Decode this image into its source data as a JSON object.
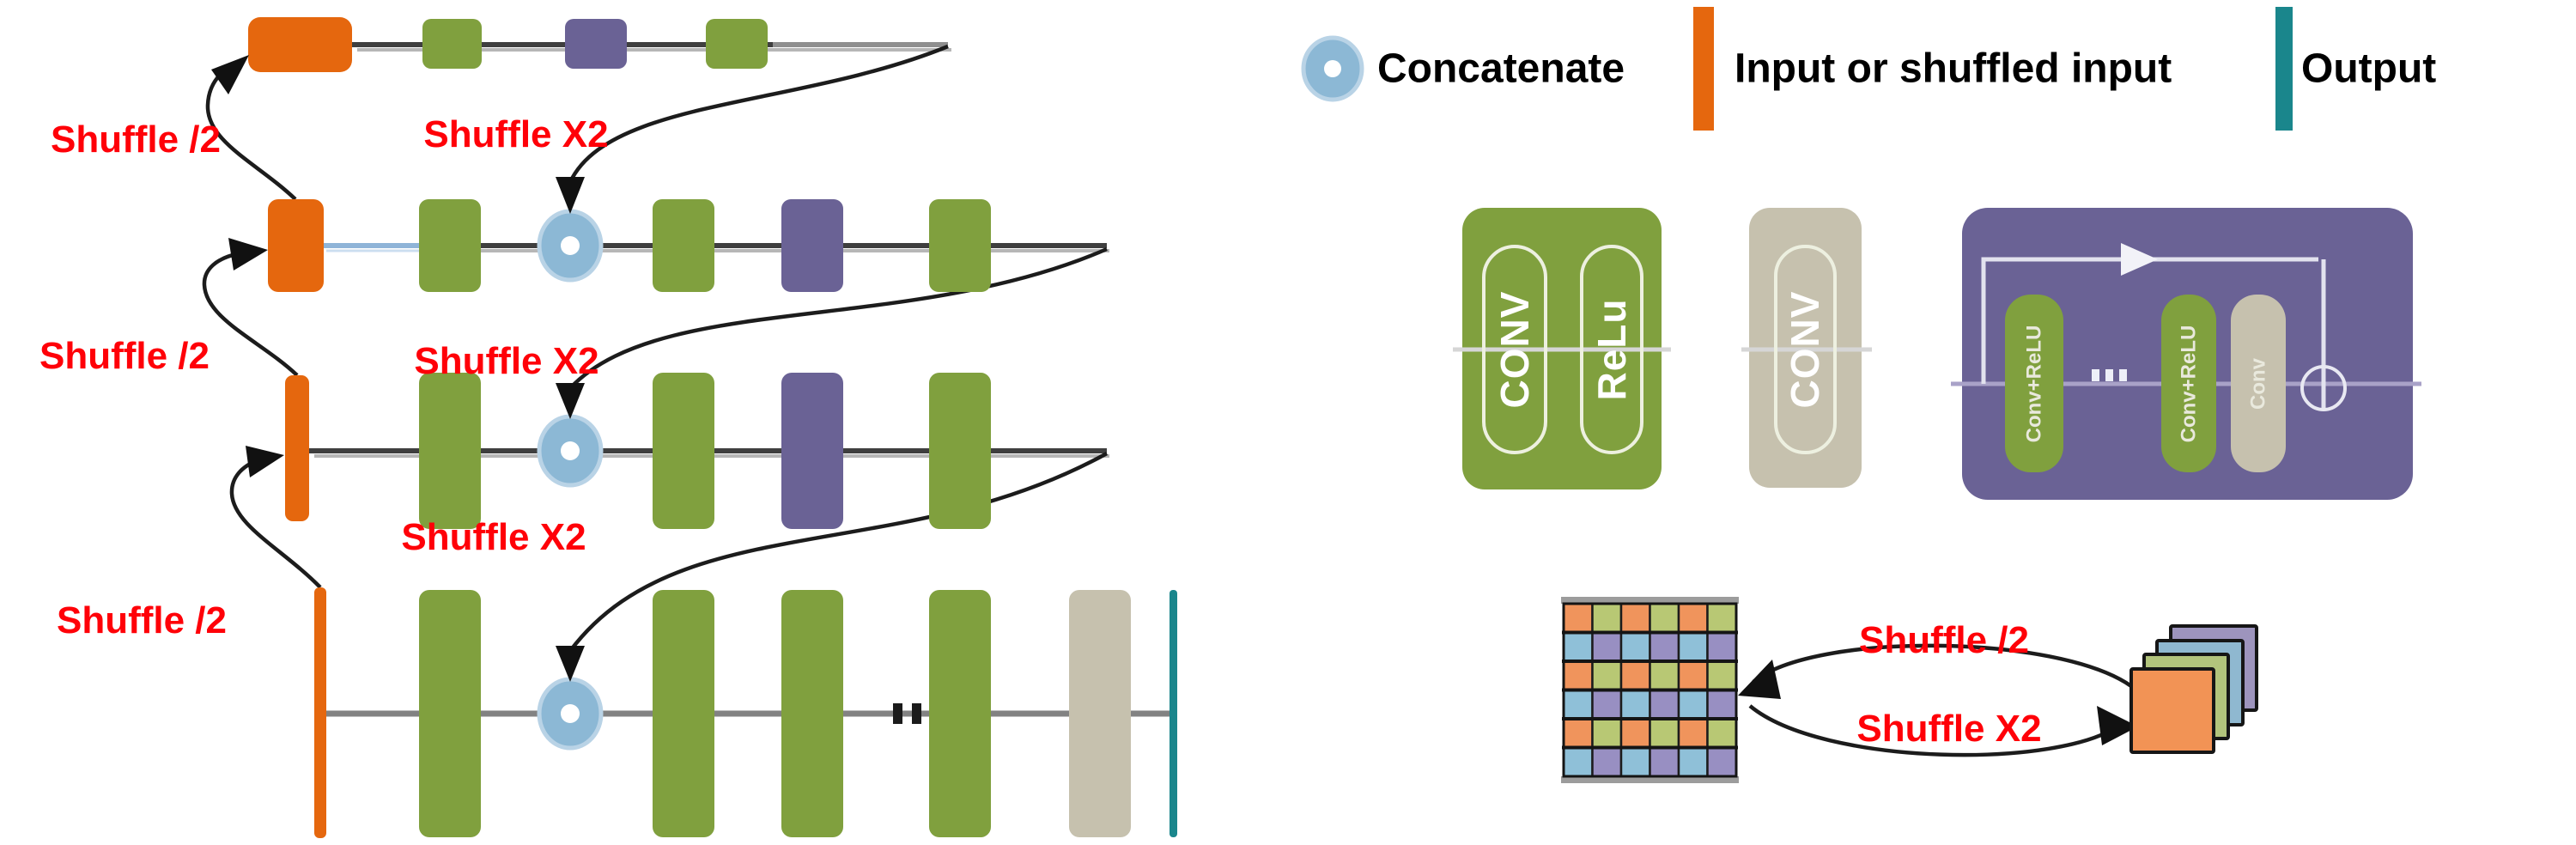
{
  "labels": {
    "shuffle_down": "Shuffle /2",
    "shuffle_up": "Shuffle X2",
    "dots": "..."
  },
  "legend": {
    "concatenate": "Concatenate",
    "input": "Input or shuffled input",
    "output": "Output"
  },
  "detail_blocks": {
    "conv_relu_block": {
      "conv": "CONV",
      "relu": "ReLu"
    },
    "conv_block": {
      "conv": "CONV"
    },
    "residual_block": {
      "pill1": "Conv+ReLU",
      "dots": "...",
      "pill2": "Conv+ReLU",
      "pill3": "Conv"
    }
  },
  "shuffle_demo": {
    "down": "Shuffle /2",
    "up": "Shuffle X2",
    "stack_colors": [
      "#9d94bd",
      "#8fb8d0",
      "#b2c47c",
      "#f29355"
    ]
  },
  "palette": {
    "input_orange": "#e5670e",
    "conv_relu_green": "#80a03e",
    "residual_purple": "#6a6295",
    "conv_tan": "#c6c1ae",
    "output_teal": "#1a868c",
    "concat_fill": "#8cb8d5",
    "concat_ring": "#b9d3e6",
    "skip_blue": "#8fb4d8",
    "label_red": "#ff0008",
    "line_dark": "#3f3f3f",
    "line_gray": "#8f8f8f",
    "grid": {
      "o": "#f0945c",
      "g": "#b8c874",
      "b": "#8fc0d8",
      "p": "#988fc2"
    }
  }
}
